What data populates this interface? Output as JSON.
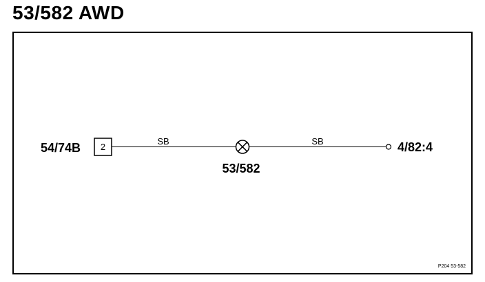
{
  "title": "53/582 AWD",
  "diagram": {
    "left_connector": {
      "label": "54/74B",
      "pin": "2"
    },
    "left_wire_color": "SB",
    "component": {
      "label": "53/582",
      "icon": "lamp-icon"
    },
    "right_wire_color": "SB",
    "right_terminal": {
      "label": "4/82:4",
      "icon": "terminal-circle-icon"
    },
    "reference": "P204 53-582"
  },
  "colors": {
    "line": "#000000",
    "background": "#ffffff"
  }
}
